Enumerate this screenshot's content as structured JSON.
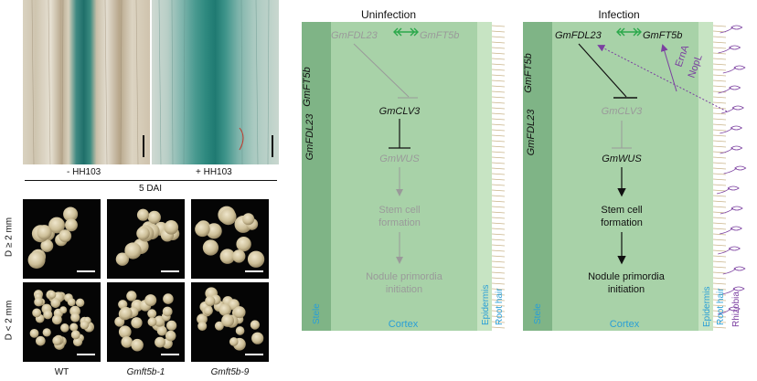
{
  "panel_a": {
    "left_label": "- HH103",
    "right_label": "+ HH103",
    "time_label": "5 DAI"
  },
  "panel_b": {
    "row_labels": [
      "D ≥ 2 mm",
      "D < 2 mm"
    ],
    "col_labels": [
      "WT",
      "Gmft5b-1",
      "Gmft5b-9"
    ]
  },
  "model_left": {
    "title": "Uninfection",
    "stele_genes": [
      "GmFT5b",
      "GmFDL23"
    ],
    "gene_fdl23": "GmFDL23",
    "gene_ft5b": "GmFT5b",
    "gene_clv3": "GmCLV3",
    "gene_wus": "GmWUS",
    "stem_line1": "Stem cell",
    "stem_line2": "formation",
    "nodule_line1": "Nodule primordia",
    "nodule_line2": "initiation",
    "zone_stele": "Stele",
    "zone_cortex": "Cortex",
    "zone_epidermis": "Epidermis",
    "zone_roothair": "Root hair"
  },
  "model_right": {
    "title": "Infection",
    "stele_genes": [
      "GmFT5b",
      "GmFDL23"
    ],
    "gene_fdl23": "GmFDL23",
    "gene_ft5b": "GmFT5b",
    "gene_clv3": "GmCLV3",
    "gene_wus": "GmWUS",
    "stem_line1": "Stem cell",
    "stem_line2": "formation",
    "nodule_line1": "Nodule primordia",
    "nodule_line2": "initiation",
    "effector1": "ErnA",
    "effector2": "NopL",
    "zone_stele": "Stele",
    "zone_cortex": "Cortex",
    "zone_epidermis": "Epidermis",
    "zone_roothair": "Root hair",
    "zone_rhizobia": "Rhizobia"
  },
  "colors": {
    "stele": "#7fb486",
    "cortex": "#a8d2a8",
    "epidermis": "#c7e4c3",
    "gus_blue": "#2f8e86",
    "zone_label": "#2a9fd6",
    "arrow_green": "#2aa84a",
    "effector_purple": "#7b3fa0",
    "gray_text": "#8c8c8c"
  }
}
